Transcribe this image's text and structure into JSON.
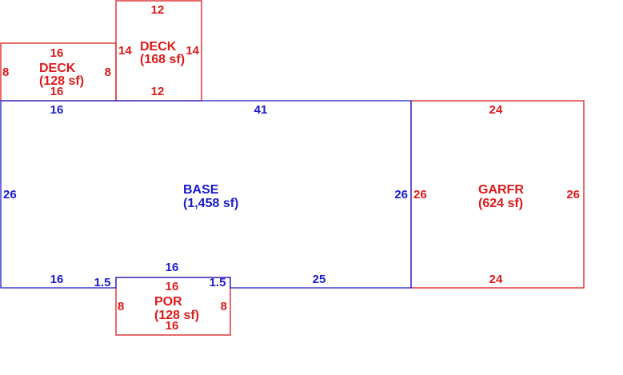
{
  "colors": {
    "base": "#1a1acc",
    "addition": "#dd1a1a"
  },
  "deck_left": {
    "name": "DECK",
    "area": "(128 sf)",
    "top": "16",
    "bottom": "16",
    "left": "8",
    "right": "8"
  },
  "deck_top": {
    "name": "DECK",
    "area": "(168 sf)",
    "top": "12",
    "bottom": "12",
    "left": "14",
    "right": "14"
  },
  "base": {
    "name": "BASE",
    "area": "(1,458 sf)",
    "top_left": "16",
    "top_right": "41",
    "left": "26",
    "right": "26",
    "bottom_left": "16",
    "bottom_step_left": "1.5",
    "bottom_middle": "16",
    "bottom_step_right": "1.5",
    "bottom_right": "25"
  },
  "garage": {
    "name": "GARFR",
    "area": "(624 sf)",
    "top": "24",
    "bottom": "24",
    "left": "26",
    "right": "26"
  },
  "porch": {
    "name": "POR",
    "area": "(128 sf)",
    "top": "16",
    "bottom": "16",
    "left": "8",
    "right": "8"
  }
}
